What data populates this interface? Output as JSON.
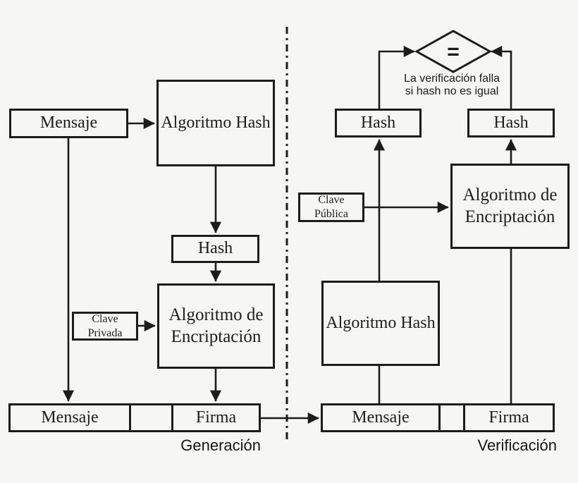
{
  "colors": {
    "stroke": "#1c1c1c",
    "background": "#f6f6f5"
  },
  "generation": {
    "section_label": "Generación",
    "message_box": "Mensaje",
    "hash_algorithm_box": "Algoritmo Hash",
    "hash_box": "Hash",
    "private_key_box": "Clave Privada",
    "encryption_box": "Algoritmo de Encriptación",
    "output_message_cell": "Mensaje",
    "output_signature_cell": "Firma"
  },
  "verification": {
    "section_label": "Verificación",
    "comparison_symbol": "=",
    "failure_note_line1": "La verificación falla",
    "failure_note_line2": "si hash no es igual",
    "hash_left_box": "Hash",
    "hash_right_box": "Hash",
    "public_key_box": "Clave Pública",
    "encryption_box": "Algoritmo de Encriptación",
    "hash_algorithm_box": "Algoritmo Hash",
    "input_message_cell": "Mensaje",
    "input_signature_cell": "Firma"
  }
}
